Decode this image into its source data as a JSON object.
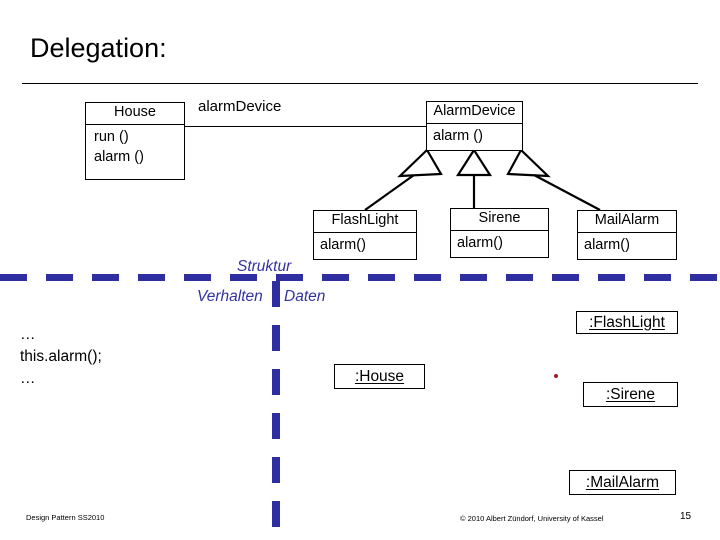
{
  "slide": {
    "title": "Delegation:"
  },
  "class_diagram": {
    "classes": [
      {
        "name": "House",
        "operations": [
          "run ()",
          "alarm ()"
        ]
      },
      {
        "name": "AlarmDevice",
        "operations": [
          "alarm ()"
        ]
      },
      {
        "name": "FlashLight",
        "operations": [
          "alarm()"
        ]
      },
      {
        "name": "Sirene",
        "operations": [
          "alarm()"
        ]
      },
      {
        "name": "MailAlarm",
        "operations": [
          "alarm()"
        ]
      }
    ],
    "association": {
      "role_label": "alarmDevice"
    }
  },
  "zones": {
    "struktur": "Struktur",
    "verhalten": "Verhalten",
    "daten": "Daten",
    "divider_color": "#2E2EA0",
    "label_color": "#3333A0"
  },
  "code": {
    "lines": [
      "…",
      "this.alarm();",
      "…"
    ]
  },
  "objects": [
    {
      "name": ":FlashLight"
    },
    {
      "name": ":House"
    },
    {
      "name": ":Sirene"
    },
    {
      "name": ":MailAlarm"
    }
  ],
  "footer": {
    "left": "Design Pattern SS2010",
    "copyright": "© 2010 Albert Zündorf, University of Kassel",
    "page": "15"
  }
}
